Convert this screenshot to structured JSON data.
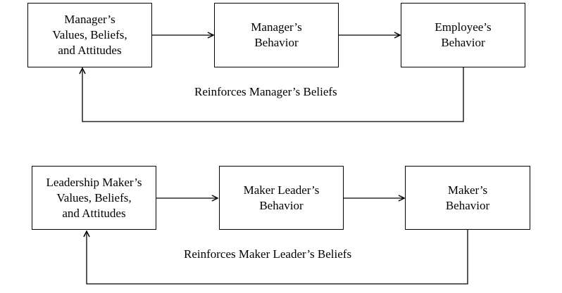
{
  "diagrams": [
    {
      "boxes": [
        {
          "lines": [
            "Manager’s",
            "Values, Beliefs,",
            "and Attitudes"
          ]
        },
        {
          "lines": [
            "Manager’s",
            "Behavior"
          ]
        },
        {
          "lines": [
            "Employee’s",
            "Behavior"
          ]
        }
      ],
      "feedback_label": "Reinforces Manager’s Beliefs"
    },
    {
      "boxes": [
        {
          "lines": [
            "Leadership Maker’s",
            "Values, Beliefs,",
            "and Attitudes"
          ]
        },
        {
          "lines": [
            "Maker Leader’s",
            "Behavior"
          ]
        },
        {
          "lines": [
            "Maker’s",
            "Behavior"
          ]
        }
      ],
      "feedback_label": "Reinforces Maker Leader’s Beliefs"
    }
  ]
}
